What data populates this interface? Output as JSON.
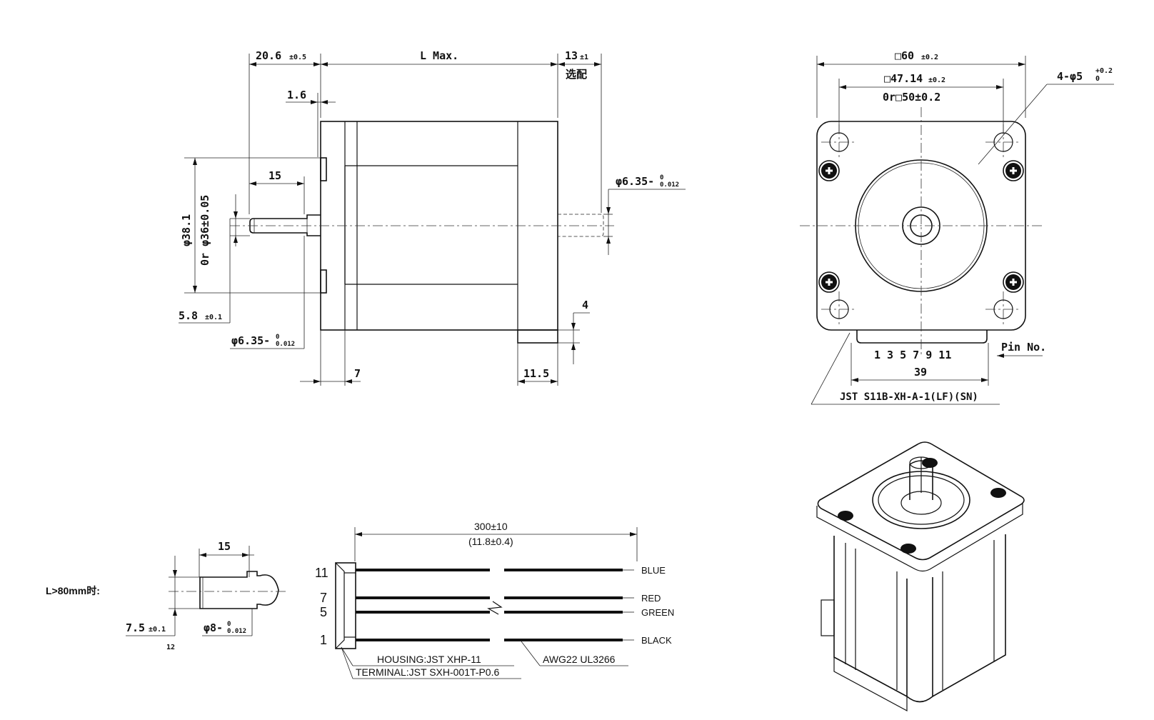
{
  "side_view": {
    "shaft_len": "20.6",
    "shaft_len_tol": "±0.5",
    "body_len": "L Max.",
    "rear_shaft": "13",
    "rear_shaft_tol": "±1",
    "rear_optional": "选配",
    "flange_thk": "1.6",
    "flat_len": "15",
    "pilot_dia": "φ38.1",
    "pilot_alt": "0r φ36±0.05",
    "flat_depth": "5.8",
    "flat_depth_tol": "±0.1",
    "front_shaft_dia": "φ6.35-",
    "front_shaft_tol_top": "0",
    "front_shaft_tol_bot": "0.012",
    "rear_shaft_dia": "φ6.35-",
    "rear_shaft_tol_top": "0",
    "rear_shaft_tol_bot": "0.012",
    "front_cap": "7",
    "rear_cap": "11.5",
    "connector_h": "4"
  },
  "front_view": {
    "outer_sq": "□60",
    "outer_sq_tol": "±0.2",
    "hole_pitch": "□47.14",
    "hole_pitch_tol": "±0.2",
    "hole_pitch_alt": "0r□50±0.2",
    "hole_dia": "4-φ5",
    "hole_tol_top": "+0.2",
    "hole_tol_bot": "0",
    "pins": "1 3 5 7 9 11",
    "pin_span": "39",
    "pin_label": "Pin No.",
    "connector": "JST S11B-XH-A-1(LF)(SN)"
  },
  "alt_shaft": {
    "note": "L>80mm时:",
    "flat_len": "15",
    "flat_depth": "7.5",
    "flat_depth_tol": "±0.1",
    "shaft_dia": "φ8-",
    "shaft_tol_top": "0",
    "shaft_tol_bot": "0.012",
    "cut_label": "12"
  },
  "wiring": {
    "length": "300±10",
    "length_in": "(11.8±0.4)",
    "pins": [
      "11",
      "7",
      "5",
      "1"
    ],
    "wires": [
      {
        "pin": "11",
        "color_name": "BLUE",
        "color": "#1f4fbf"
      },
      {
        "pin": "7",
        "color_name": "RED",
        "color": "#cc2222"
      },
      {
        "pin": "5",
        "color_name": "GREEN",
        "color": "#1f8a2f"
      },
      {
        "pin": "1",
        "color_name": "BLACK",
        "color": "#111111"
      }
    ],
    "housing": "HOUSING:JST XHP-11",
    "terminal": "TERMINAL:JST SXH-001T-P0.6",
    "cable": "AWG22 UL3266"
  }
}
